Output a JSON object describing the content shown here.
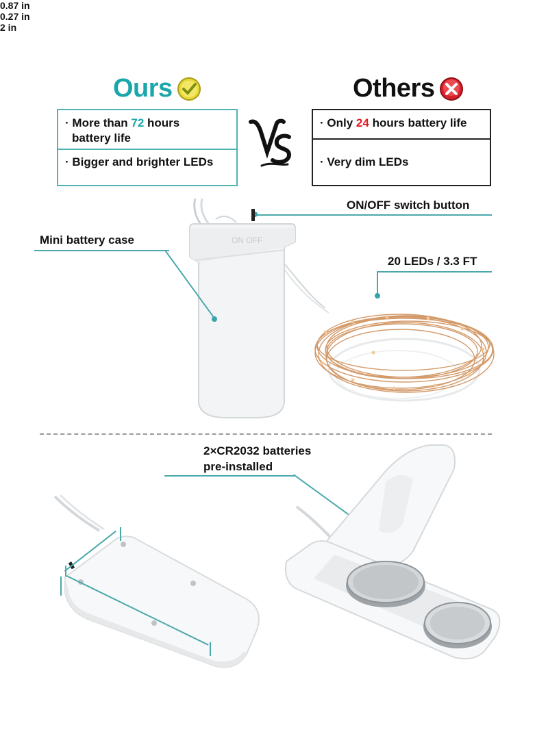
{
  "ours": {
    "title": "Ours",
    "icon": "checkmark-badge-icon",
    "features": [
      {
        "bullet": "·",
        "prefix": "More than ",
        "highlight": "72",
        "suffix": " hours",
        "line2": "battery life"
      },
      {
        "bullet": "·",
        "prefix": "Bigger and brighter LEDs",
        "highlight": "",
        "suffix": "",
        "line2": ""
      }
    ]
  },
  "vs_text": "VS",
  "others": {
    "title": "Others",
    "icon": "x-badge-icon",
    "features": [
      {
        "bullet": "·",
        "prefix": "Only ",
        "highlight": "24",
        "suffix": " hours battery life"
      },
      {
        "bullet": "·",
        "prefix": "Very dim LEDs",
        "highlight": "",
        "suffix": ""
      }
    ]
  },
  "callouts": {
    "switch": "ON/OFF switch button",
    "case": "Mini battery case",
    "leds": "20 LEDs / 3.3 FT",
    "batteries_line1": "2×CR2032 batteries",
    "batteries_line2": "pre-installed",
    "case_switch_print": "ON  OFF"
  },
  "dimensions": {
    "width": "0.87 in",
    "thickness": "0.27 in",
    "length": "2 in"
  },
  "colors": {
    "accent": "#1aa6aa",
    "highlight_red": "#e01b24",
    "copper_wire": "#d39a6a"
  }
}
